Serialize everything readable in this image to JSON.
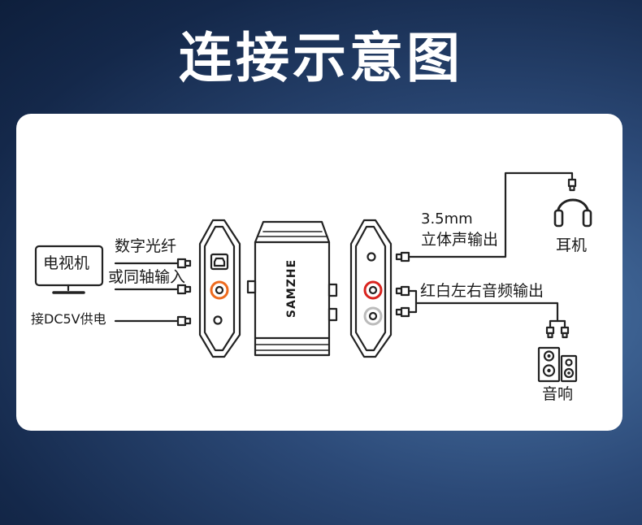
{
  "title": "连接示意图",
  "labels": {
    "tv": "电视机",
    "optical": "数字光纤",
    "coaxial": "或同轴输入",
    "power": "接DC5V供电",
    "jack_size": "3.5mm",
    "jack_desc": "立体声输出",
    "rca": "红白左右音频输出",
    "headphones": "耳机",
    "speakers": "音响",
    "brand": "SAMZHE"
  },
  "colors": {
    "line": "#222222",
    "rca_red": "#d9241f",
    "coax_orange": "#ee6a1e",
    "rca_white": "#bbbbbb",
    "card": "#ffffff"
  }
}
